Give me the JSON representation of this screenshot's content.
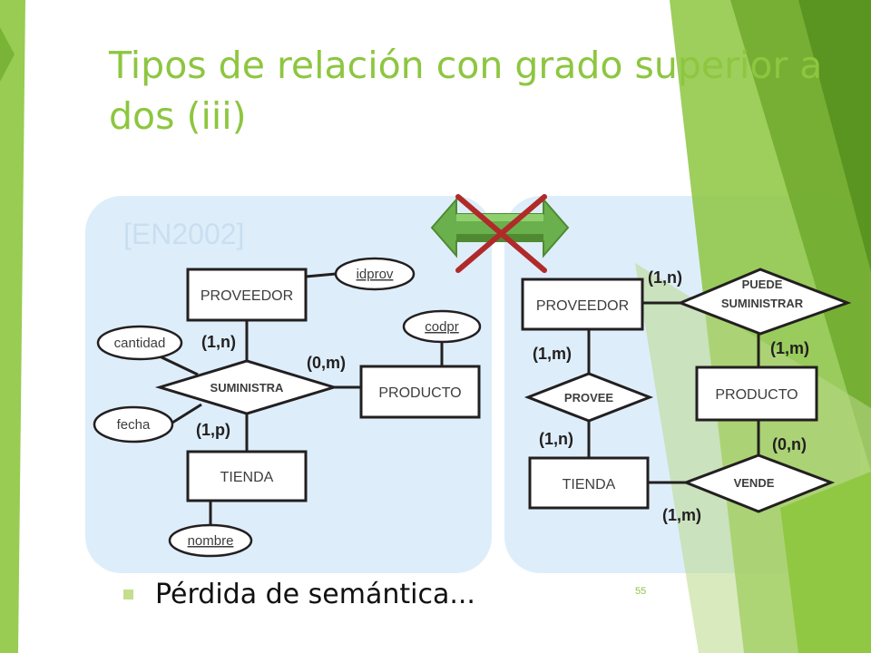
{
  "slide": {
    "title": "Tipos de relación con grado superior a dos (iii)",
    "reference": "[EN2002]",
    "bullet": "Pérdida de semántica...",
    "slide_number": "55"
  },
  "left_diagram": {
    "entities": {
      "proveedor": "PROVEEDOR",
      "producto": "PRODUCTO",
      "tienda": "TIENDA"
    },
    "relationship": "SUMINISTRA",
    "attributes": {
      "idprov": "idprov",
      "codpr": "codpr",
      "cantidad": "cantidad",
      "fecha": "fecha",
      "nombre": "nombre"
    },
    "cardinalities": {
      "proveedor": "(1,n)",
      "producto": "(0,m)",
      "tienda": "(1,p)"
    }
  },
  "right_diagram": {
    "entities": {
      "proveedor": "PROVEEDOR",
      "producto": "PRODUCTO",
      "tienda": "TIENDA"
    },
    "relationships": {
      "puede_suministrar_line1": "PUEDE",
      "puede_suministrar_line2": "SUMINISTRAR",
      "provee": "PROVEE",
      "vende": "VENDE"
    },
    "cardinalities": {
      "puede_proveedor": "(1,n)",
      "puede_producto": "(1,m)",
      "provee_proveedor": "(1,m)",
      "provee_tienda": "(1,n)",
      "vende_producto": "(0,n)",
      "vende_tienda": "(1,m)"
    }
  },
  "colors": {
    "title": "#8dc63f",
    "panel_background": "#ddeefa",
    "arrow": "#6ab04c",
    "cross": "#b02a2a",
    "bullet": "#c4de8c"
  },
  "icons": {
    "arrow": "double-headed-arrow-icon",
    "cross": "red-x-cross-icon"
  }
}
